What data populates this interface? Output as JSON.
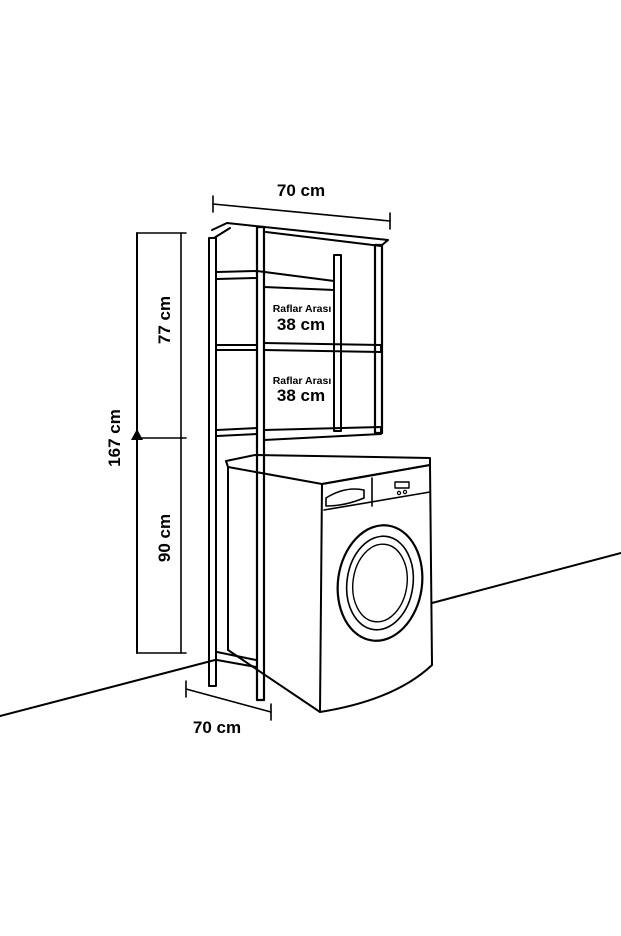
{
  "dimensions": {
    "top_width": "70 cm",
    "bottom_depth": "70 cm",
    "total_height": "167 cm",
    "upper_height": "77 cm",
    "lower_height": "90 cm"
  },
  "shelves": [
    {
      "caption": "Raflar Arası",
      "spacing": "38 cm"
    },
    {
      "caption": "Raflar Arası",
      "spacing": "38 cm"
    }
  ],
  "colors": {
    "line": "#000000",
    "background": "#ffffff"
  }
}
